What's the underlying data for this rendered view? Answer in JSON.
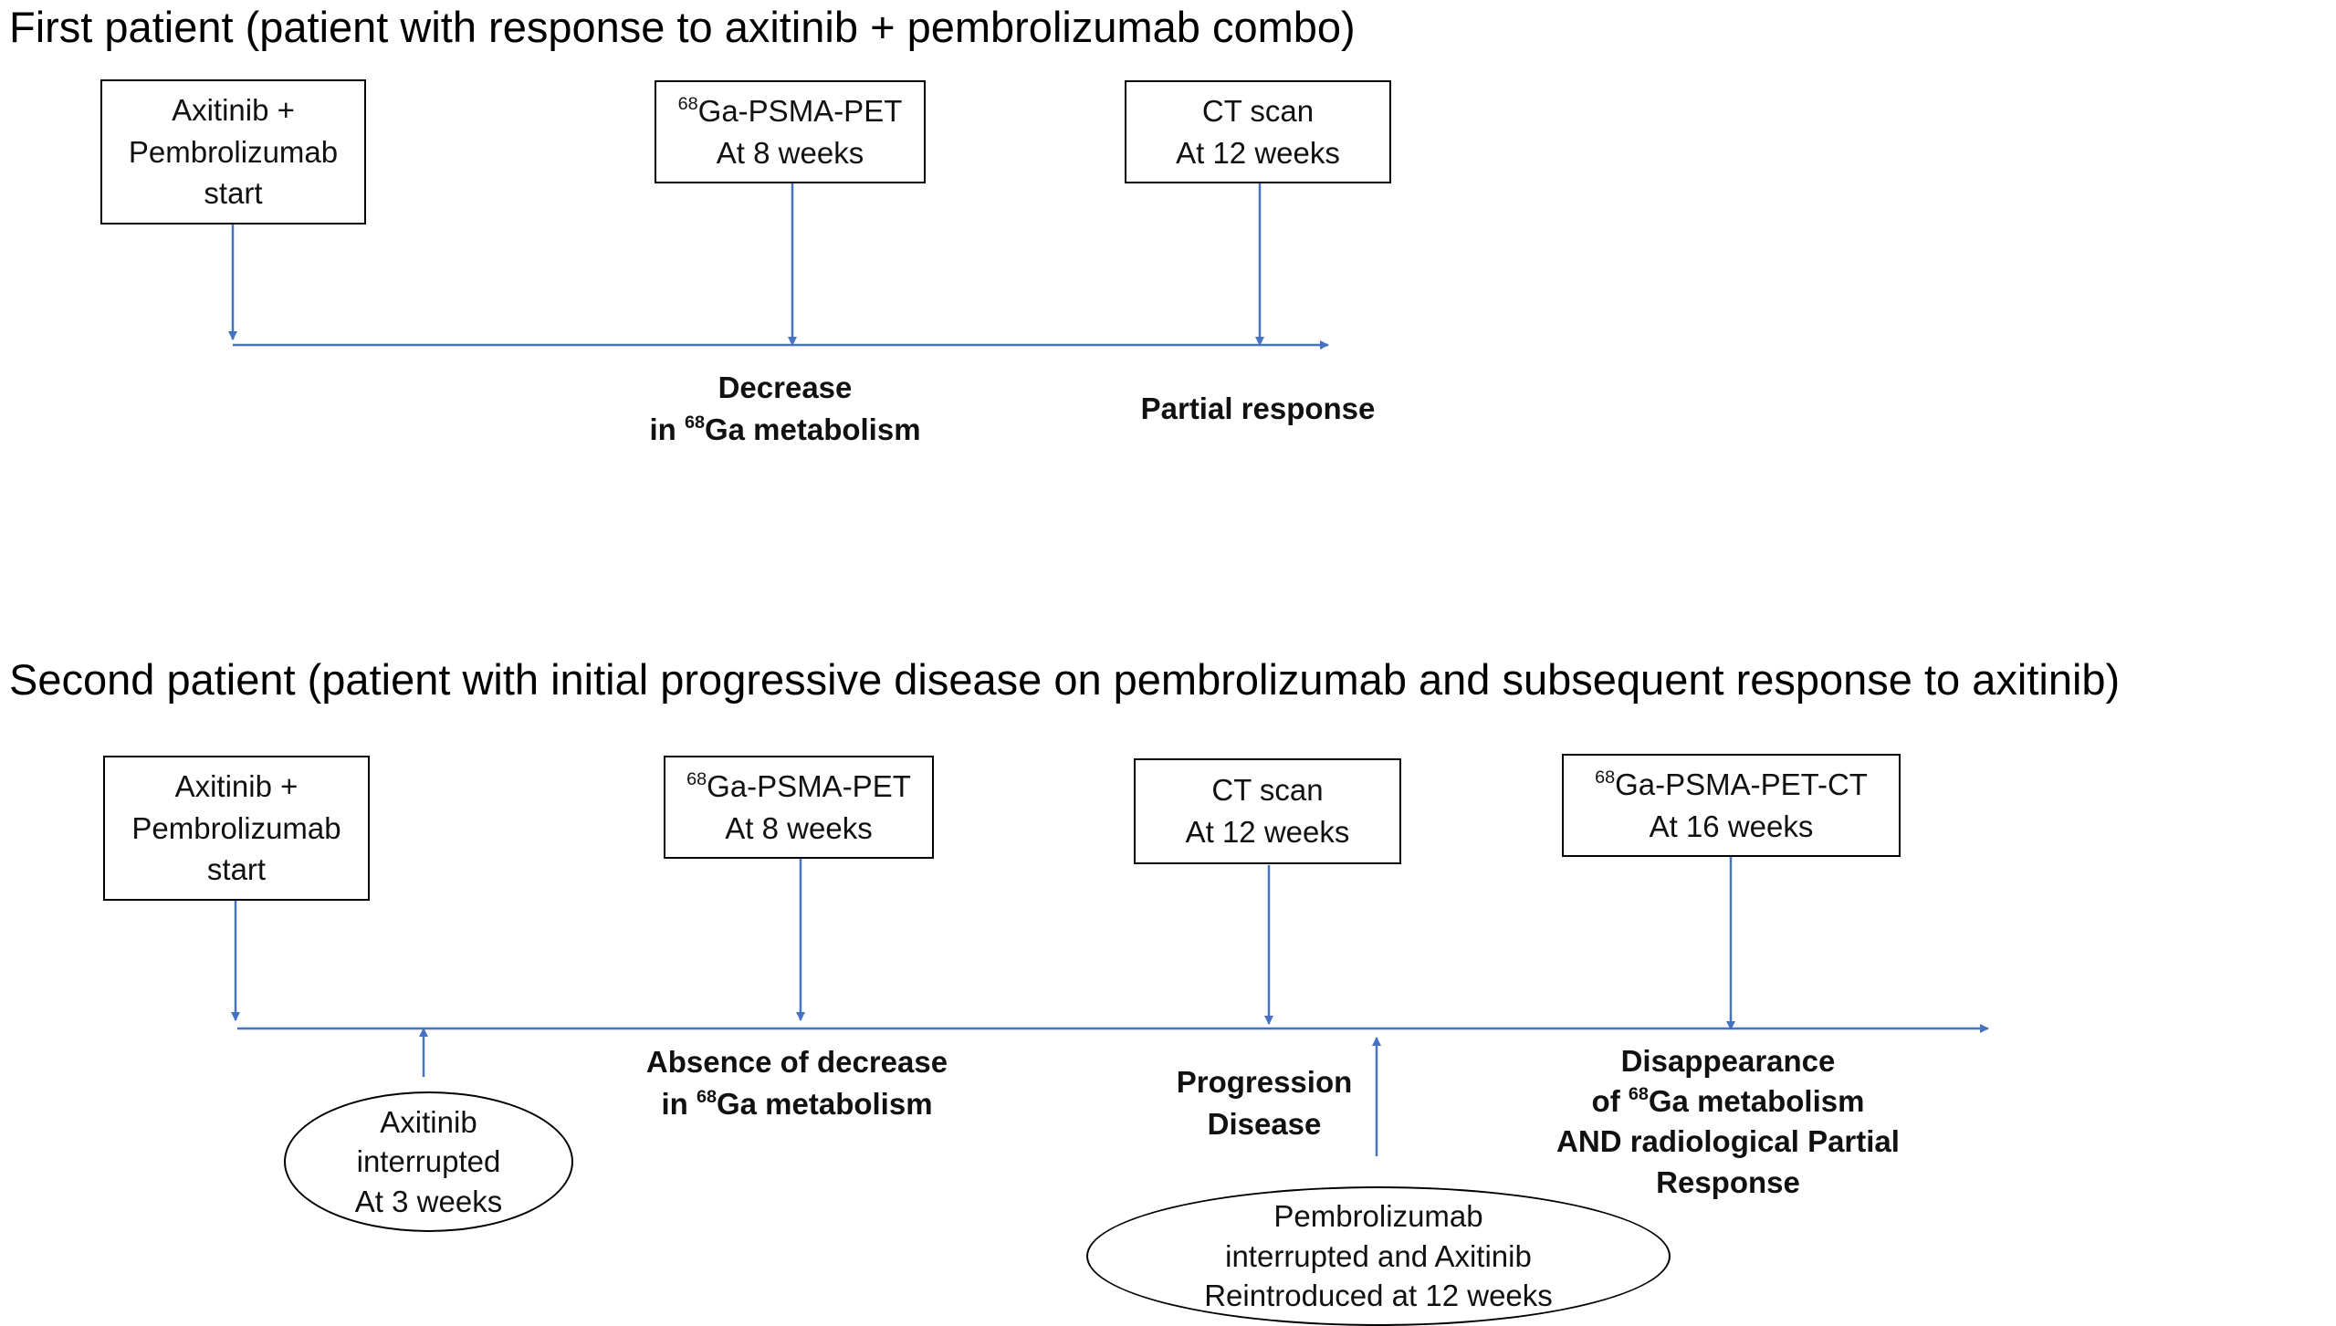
{
  "first_patient": {
    "title": "First patient (patient with response to axitinib + pembrolizumab combo)",
    "boxes": [
      {
        "lines": [
          "Axitinib +",
          "Pembrolizumab",
          "start"
        ]
      },
      {
        "sup": "68",
        "lines": [
          "Ga-PSMA-PET",
          "At 8 weeks"
        ]
      },
      {
        "lines": [
          "CT scan",
          "At 12 weeks"
        ]
      }
    ],
    "outcomes": [
      {
        "line1": "Decrease",
        "line2_prefix": "in ",
        "line2_sup": "68",
        "line2_rest": "Ga metabolism"
      },
      {
        "line1": "Partial response"
      }
    ]
  },
  "second_patient": {
    "title": "Second patient (patient with initial progressive disease on pembrolizumab and subsequent response to axitinib)",
    "boxes": [
      {
        "lines": [
          "Axitinib +",
          "Pembrolizumab",
          "start"
        ]
      },
      {
        "sup": "68",
        "lines": [
          "Ga-PSMA-PET",
          "At 8 weeks"
        ]
      },
      {
        "lines": [
          "CT scan",
          "At 12 weeks"
        ]
      },
      {
        "sup": "68",
        "lines": [
          "Ga-PSMA-PET-CT",
          "At 16 weeks"
        ]
      }
    ],
    "outcomes": [
      {
        "line1": "Absence of decrease",
        "line2_prefix": "in ",
        "line2_sup": "68",
        "line2_rest": "Ga metabolism"
      },
      {
        "line1": "Progression",
        "line2": "Disease"
      },
      {
        "line1": "Disappearance",
        "line2_prefix": "of ",
        "line2_sup": "68",
        "line2_rest": "Ga metabolism",
        "line3": "AND radiological Partial",
        "line4": "Response"
      }
    ],
    "events": [
      {
        "lines": [
          "Axitinib",
          "interrupted",
          "At 3 weeks"
        ]
      },
      {
        "lines": [
          "Pembrolizumab",
          "interrupted and Axitinib",
          "Reintroduced at 12 weeks"
        ]
      }
    ]
  },
  "colors": {
    "connector": "#4472c4",
    "box_border": "#000000",
    "text": "#111111"
  }
}
